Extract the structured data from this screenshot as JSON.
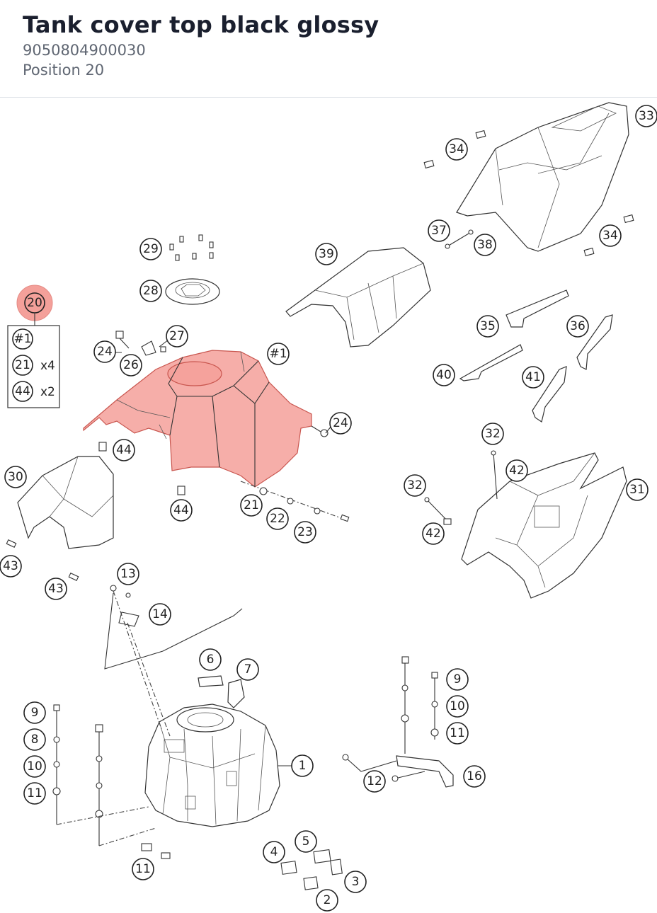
{
  "header": {
    "title": "Tank cover top black glossy",
    "part_number": "9050804900030",
    "position": "Position 20"
  },
  "highlight": {
    "position_label": "20",
    "color": "#f4a09a",
    "kit": [
      {
        "label": "#1",
        "qty": ""
      },
      {
        "label": "21",
        "qty": "x4"
      },
      {
        "label": "44",
        "qty": "x2"
      }
    ]
  },
  "callouts": {
    "c1": "1",
    "c2": "2",
    "c3": "3",
    "c4": "4",
    "c5": "5",
    "c6": "6",
    "c7": "7",
    "c8": "8",
    "c9a": "9",
    "c9b": "9",
    "c10a": "10",
    "c10b": "10",
    "c11a": "11",
    "c11b": "11",
    "c11c": "11",
    "c12": "12",
    "c13": "13",
    "c14": "14",
    "c16": "16",
    "c21": "21",
    "c22": "22",
    "c23": "23",
    "c24a": "24",
    "c24b": "24",
    "c26": "26",
    "c27": "27",
    "c28": "28",
    "c29": "29",
    "c30": "30",
    "c31": "31",
    "c32a": "32",
    "c32b": "32",
    "c33": "33",
    "c34a": "34",
    "c34b": "34",
    "c35": "35",
    "c36": "36",
    "c37": "37",
    "c38": "38",
    "c39": "39",
    "c40": "40",
    "c41": "41",
    "c42a": "42",
    "c42b": "42",
    "c43a": "43",
    "c43b": "43",
    "c44a": "44",
    "c44b": "44",
    "ch1": "#1"
  }
}
